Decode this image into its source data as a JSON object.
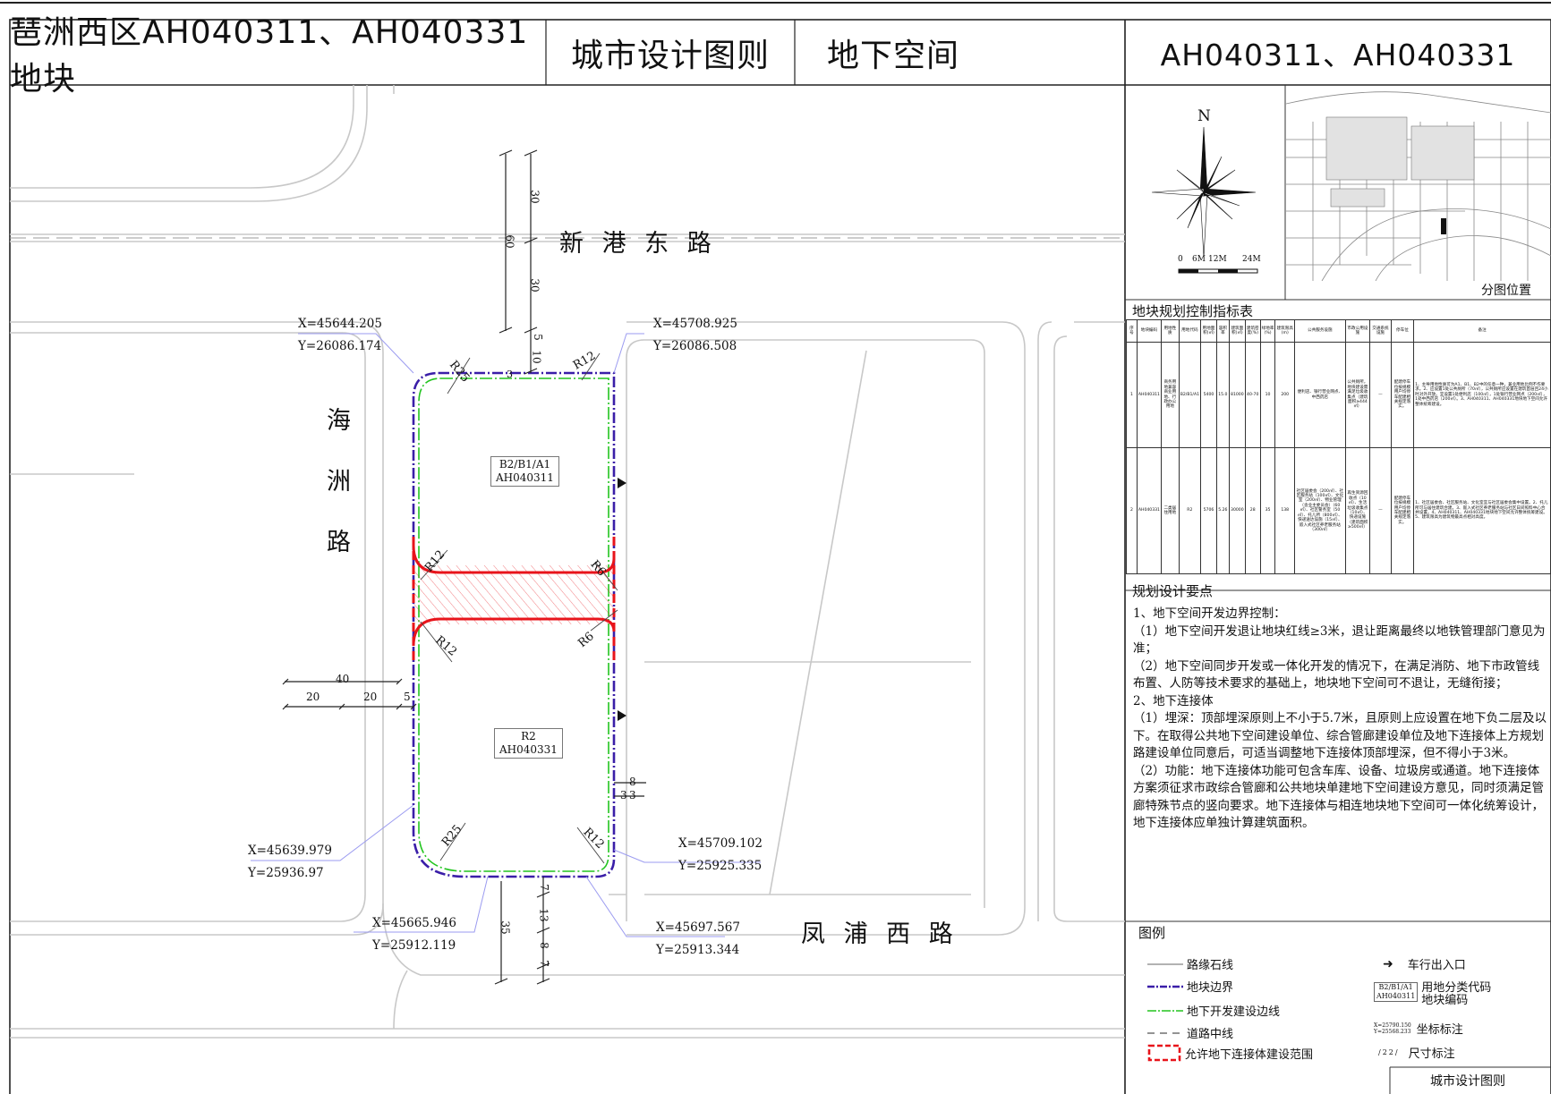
{
  "header": {
    "project_title": "琶洲西区AH040311、AH040331地块",
    "drawing_type": "城市设计图则",
    "drawing_topic": "地下空间",
    "plot_codes": "AH040311、AH040331"
  },
  "map": {
    "roads": {
      "north": "新 港 东 路",
      "west": [
        "海",
        "洲",
        "路"
      ],
      "south": "凤 浦 西 路"
    },
    "plot_labels": [
      {
        "use": "B2/B1/A1",
        "code": "AH040311"
      },
      {
        "use": "R2",
        "code": "AH040331"
      }
    ],
    "coordinates": [
      {
        "x": "X=45644.205",
        "y": "Y=26086.174"
      },
      {
        "x": "X=45708.925",
        "y": "Y=26086.508"
      },
      {
        "x": "X=45639.979",
        "y": "Y=25936.97"
      },
      {
        "x": "X=45709.102",
        "y": "Y=25925.335"
      },
      {
        "x": "X=45665.946",
        "y": "Y=25912.119"
      },
      {
        "x": "X=45697.567",
        "y": "Y=25913.344"
      }
    ],
    "dims": {
      "d30a": "30",
      "d60": "60",
      "d30b": "30",
      "d5n": "5",
      "d10": "10",
      "d40": "40",
      "d20a": "20",
      "d20b": "20",
      "d5w": "5",
      "d35": "35",
      "d7s": "7",
      "d13": "13",
      "d8s": "8",
      "d7b": "7",
      "d8e": "8",
      "d3e": "3",
      "d3ea": "3",
      "r25a": "R25",
      "r12a": "R12",
      "r12b": "R12",
      "r6a": "R6",
      "r12c": "R12",
      "r6b": "R6",
      "r25b": "R25",
      "r12d": "R12",
      "s3": "3"
    }
  },
  "side": {
    "compass_n": "N",
    "scale": [
      "0",
      "6M",
      "12M",
      "24M"
    ],
    "location_label": "分图位置",
    "table_title": "地块规划控制指标表",
    "table_headers": [
      "序号",
      "地块编码",
      "用地性质",
      "用地代码",
      "用地面积(㎡)",
      "容积率",
      "建筑面积(㎡)",
      "建筑密度(%)",
      "绿地率(%)",
      "建筑限高(m)",
      "公共服务设施",
      "市政公用设施",
      "交通系统设施",
      "停车位",
      "备注"
    ],
    "table_rows": [
      [
        "1",
        "AH040311",
        "商务用地兼容商业用地、行政办公用地",
        "B2/B1/A1",
        "5400",
        "15.0",
        "81000",
        "40-70",
        "10",
        "200",
        "便利店、银行营业网点、中西药店",
        "公共厕所，地块建设需满足垃圾收集点（建筑面积≥444㎡）",
        "—",
        "配建停车位按规模用户均停车配建相关规定落实。",
        "1、主导用地性质可为A1、B1、B2中的任意一种，兼业用地比例不作要求。2、应设置1处公共厕所（70㎡），公共厕所应设置在建筑首层且24小时对外开放。宜设置1处便利店（100㎡），1处银行营业网点（200㎡），1处中西药店（200㎡）。3、AH040311、AH040331地块地下空间允许整体统筹建设。"
      ],
      [
        "2",
        "AH040331",
        "二类居住用地",
        "R2",
        "5706",
        "5.26",
        "30000",
        "28",
        "35",
        "138",
        "社区居委会（200㎡）、社区服务站（100㎡）、文化室（200㎡）、物业管理（含业主委员会）（60㎡）、社区警务室（50㎡）、托儿所（800㎡）、快递送达设施（15㎡）、嵌入式社区养老服务站（300㎡）",
        "再生资源回收点（10㎡）、生活垃圾收集点（10㎡）、快递设施（建筑面积≥500㎡）",
        "—",
        "配建停车位按规模用户均停车配建相关规定落实。",
        "1、社区居委会、社区服务站、文化室宜与社区居委会集中设置。2、托儿所可与居住建筑合建。3、嵌入式社区养老服务站与社区日间照料中心合并设置。4、AH040311、AH040331地块地下空间允许整体统筹建设。5、建筑限高为建筑物最高点相对高度。"
      ]
    ],
    "req_title": "规划设计要点",
    "req_text": "1、地下空间开发边界控制：\n（1）地下空间开发退让地块红线≥3米，退让距离最终以地铁管理部门意见为准；\n（2）地下空间同步开发或一体化开发的情况下，在满足消防、地下市政管线布置、人防等技术要求的基础上，地块地下空间可不退让，无缝衔接；\n2、地下连接体\n（1）埋深：顶部埋深原则上不小于5.7米，且原则上应设置在地下负二层及以下。在取得公共地下空间建设单位、综合管廊建设单位及地下连接体上方规划路建设单位同意后，可适当调整地下连接体顶部埋深，但不得小于3米。\n（2）功能：地下连接体功能可包含车库、设备、垃圾房或通道。地下连接体方案须征求市政综合管廊和公共地块单建地下空间建设方意见，同时须满足管廊特殊节点的竖向要求。地下连接体与相连地块地下空间可一体化统筹设计，地下连接体应单独计算建筑面积。",
    "legend_title": "图例",
    "legend": {
      "curb": "路缘石线",
      "plot_boundary": "地块边界",
      "underground_line": "地下开发建设边线",
      "road_center": "道路中线",
      "connector": "允许地下连接体建设范围",
      "entrance": "车行出入口",
      "class_code": "用地分类代码",
      "plot_code": "地块编码",
      "coord": "坐标标注",
      "dimension": "尺寸标注",
      "sample_use": "B2/B1/A1",
      "sample_code": "AH040311",
      "sample_coord_x": "X=25790.150",
      "sample_coord_y": "Y=25568.233",
      "sample_dim": "22"
    },
    "footer": "城市设计图则"
  },
  "colors": {
    "boundary": "#3a1ea8",
    "underground": "#22c41f",
    "connector": "#e8141b",
    "leader": "#9b9bf0",
    "curb": "#bdbdbd"
  }
}
